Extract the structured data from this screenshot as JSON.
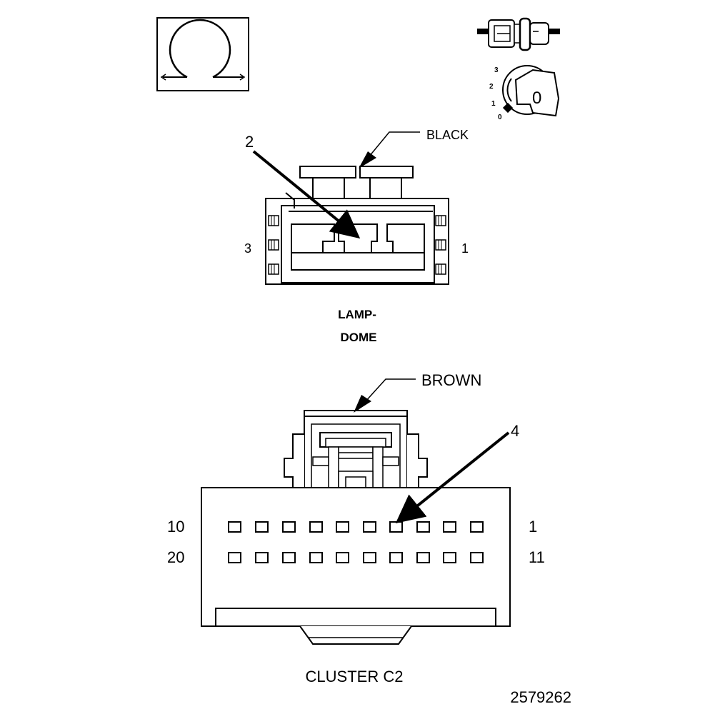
{
  "icons": {
    "symbol": "omega-ohm-symbol-icon",
    "connector_test": "connector-disconnect-icon",
    "ignition": "ignition-key-icon"
  },
  "ignition": {
    "positions": [
      "3",
      "2",
      "1",
      "0"
    ],
    "key_label": "0"
  },
  "lamp_dome": {
    "color_label": "BLACK",
    "callout": "2",
    "pin_left": "3",
    "pin_right": "1",
    "name_line1": "LAMP-",
    "name_line2": "DOME"
  },
  "cluster_c2": {
    "color_label": "BROWN",
    "callout": "4",
    "row1_left": "10",
    "row1_right": "1",
    "row2_left": "20",
    "row2_right": "11",
    "name": "CLUSTER C2"
  },
  "figure_number": "2579262"
}
